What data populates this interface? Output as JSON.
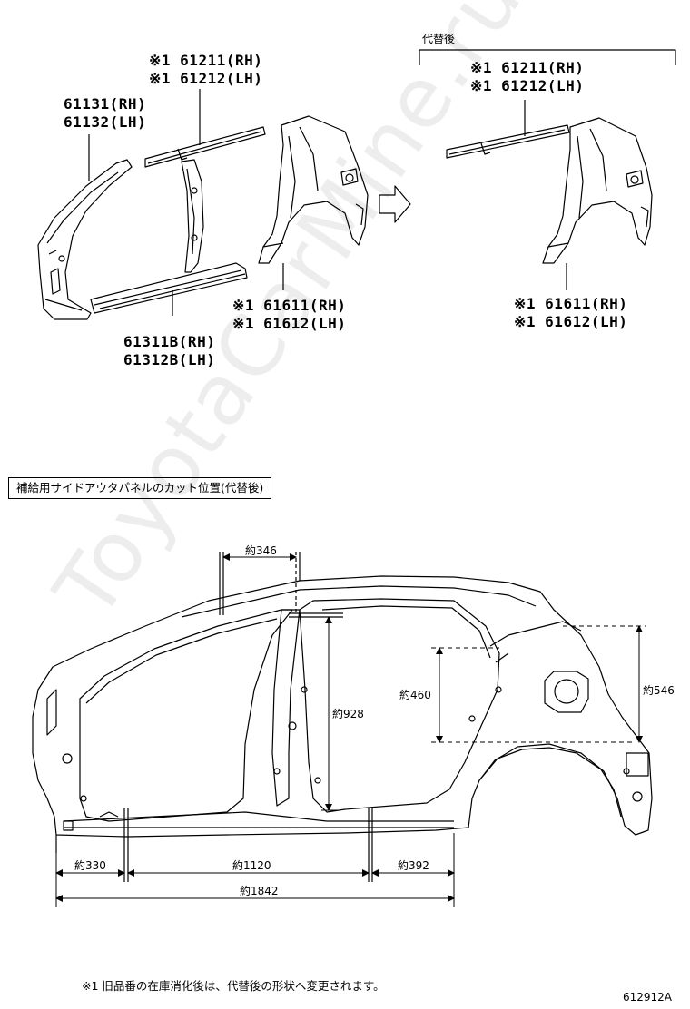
{
  "top": {
    "roof_rail_left": {
      "line1": "※1 61211(RH)",
      "line2": "※1 61212(LH)"
    },
    "pillar_left": {
      "line1": "61131(RH)",
      "line2": "61132(LH)"
    },
    "rocker_left": {
      "line1": "61311B(RH)",
      "line2": "61312B(LH)"
    },
    "quarter_left": {
      "line1": "※1 61611(RH)",
      "line2": "※1 61612(LH)"
    },
    "replacement_heading": "代替後",
    "roof_rail_right": {
      "line1": "※1 61211(RH)",
      "line2": "※1 61212(LH)"
    },
    "quarter_right": {
      "line1": "※1 61611(RH)",
      "line2": "※1 61612(LH)"
    }
  },
  "section_title": "補給用サイドアウタパネルのカット位置(代替後)",
  "dimensions": {
    "d346": "約346",
    "d928": "約928",
    "d460": "約460",
    "d546": "約546",
    "d330": "約330",
    "d1120": "約1120",
    "d392": "約392",
    "d1842": "約1842"
  },
  "footnote": "※1 旧品番の在庫消化後は、代替後の形状へ変更されます。",
  "figure_code": "612912A",
  "watermark": "ToyotaCarMine.ru"
}
